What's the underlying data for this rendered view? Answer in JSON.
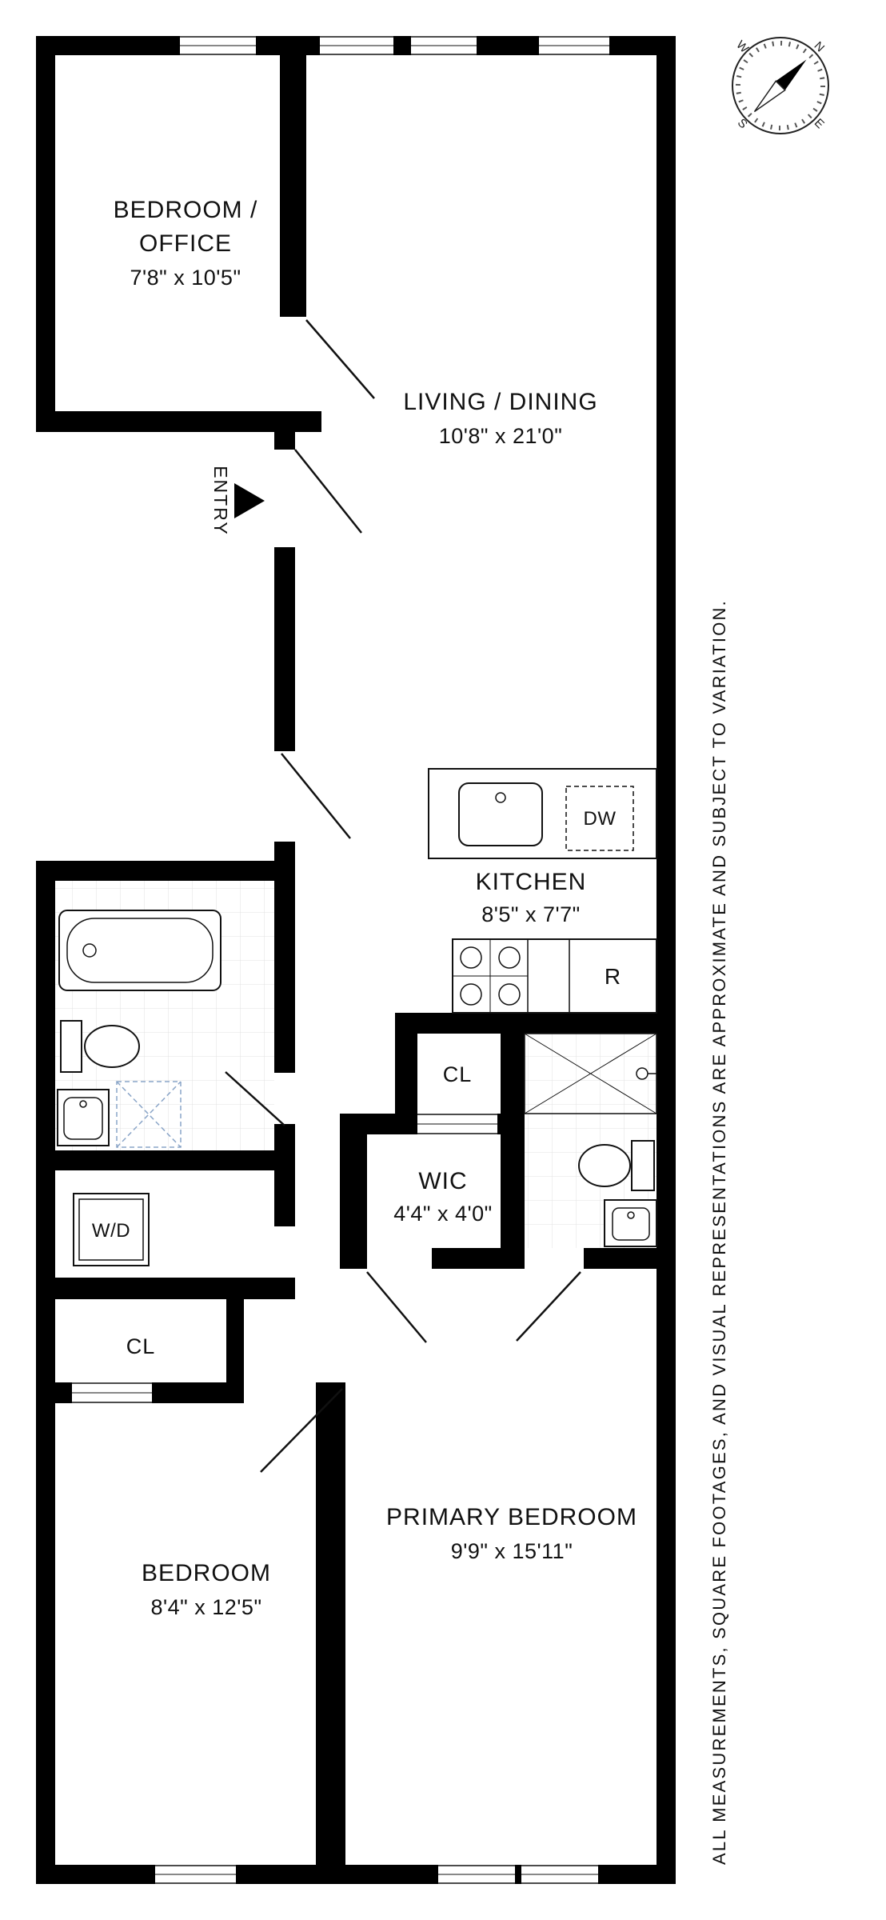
{
  "compass": {
    "n": "N",
    "e": "E",
    "s": "S",
    "w": "W"
  },
  "entry": {
    "label": "ENTRY"
  },
  "rooms": {
    "bedroom_office": {
      "name_line1": "BEDROOM /",
      "name_line2": "OFFICE",
      "dims": "7'8\" x 10'5\""
    },
    "living_dining": {
      "name": "LIVING / DINING",
      "dims": "10'8\" x 21'0\""
    },
    "kitchen": {
      "name": "KITCHEN",
      "dims": "8'5\" x 7'7\""
    },
    "wic": {
      "name": "WIC",
      "dims": "4'4\" x 4'0\""
    },
    "primary_bedroom": {
      "name": "PRIMARY BEDROOM",
      "dims": "9'9\" x 15'11\""
    },
    "bedroom": {
      "name": "BEDROOM",
      "dims": "8'4\" x 12'5\""
    },
    "closet_mid": {
      "name": "CL"
    },
    "closet_left": {
      "name": "CL"
    }
  },
  "appliances": {
    "dishwasher": "DW",
    "range": "R",
    "washer_dryer": "W/D"
  },
  "disclaimer": "ALL MEASUREMENTS, SQUARE FOOTAGES, AND VISUAL REPRESENTATIONS ARE APPROXIMATE AND SUBJECT TO VARIATION."
}
